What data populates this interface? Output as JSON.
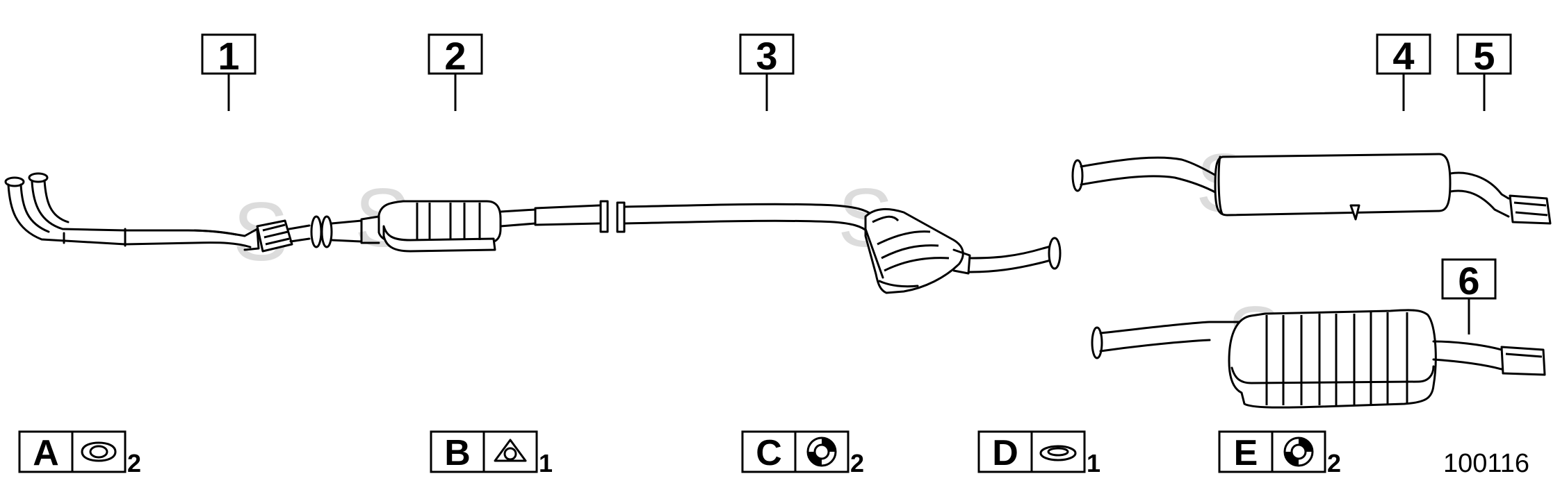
{
  "callouts": [
    "1",
    "2",
    "3",
    "4",
    "5",
    "6"
  ],
  "legend": [
    {
      "letter": "A",
      "qty": "2",
      "icon": "gasket-two-hole-icon"
    },
    {
      "letter": "B",
      "qty": "1",
      "icon": "gasket-three-hole-icon"
    },
    {
      "letter": "C",
      "qty": "2",
      "icon": "clamp-ring-icon"
    },
    {
      "letter": "D",
      "qty": "1",
      "icon": "sealing-ring-icon"
    },
    {
      "letter": "E",
      "qty": "2",
      "icon": "clamp-ring-icon"
    }
  ],
  "diagram_id": "100116",
  "watermark": "S",
  "colors": {
    "line": "#000000",
    "watermark": "#dcdcdc",
    "background": "#ffffff"
  }
}
